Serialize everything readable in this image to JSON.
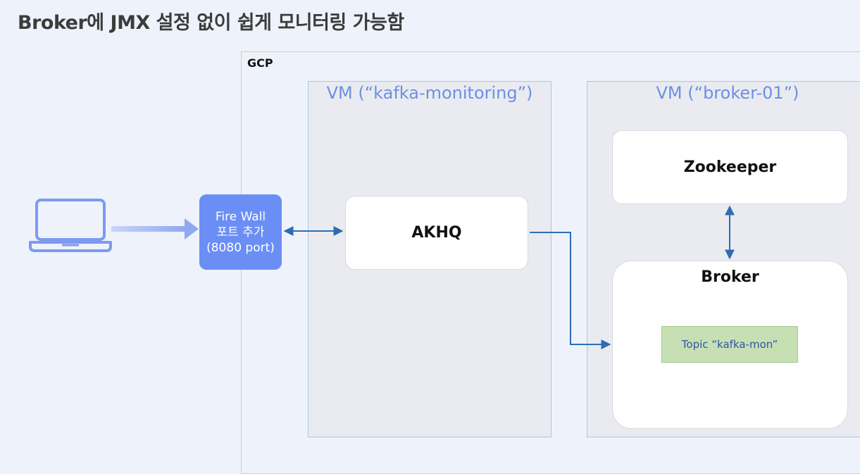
{
  "title": "Broker에 JMX 설정 없이 쉽게 모니터링 가능함",
  "gcp": {
    "label": "GCP"
  },
  "vm_monitoring": {
    "label": "VM (“kafka-monitoring”)"
  },
  "vm_broker": {
    "label": "VM (“broker-01”)"
  },
  "akhq": {
    "label": "AKHQ"
  },
  "zookeeper": {
    "label": "Zookeeper"
  },
  "broker": {
    "label": "Broker"
  },
  "topic": {
    "label": "Topic “kafka-mon”"
  },
  "firewall": {
    "line1": "Fire Wall",
    "line2": "포트 추가",
    "line3": "(8080 port)"
  },
  "colors": {
    "firewall_fill": "#6b8ef5",
    "vm_label": "#6d8fe4",
    "gcp_border": "#f2c3a8",
    "topic_fill": "#c6e0b4",
    "connector": "#2e6db0"
  },
  "icons": {
    "client": "laptop-icon"
  }
}
